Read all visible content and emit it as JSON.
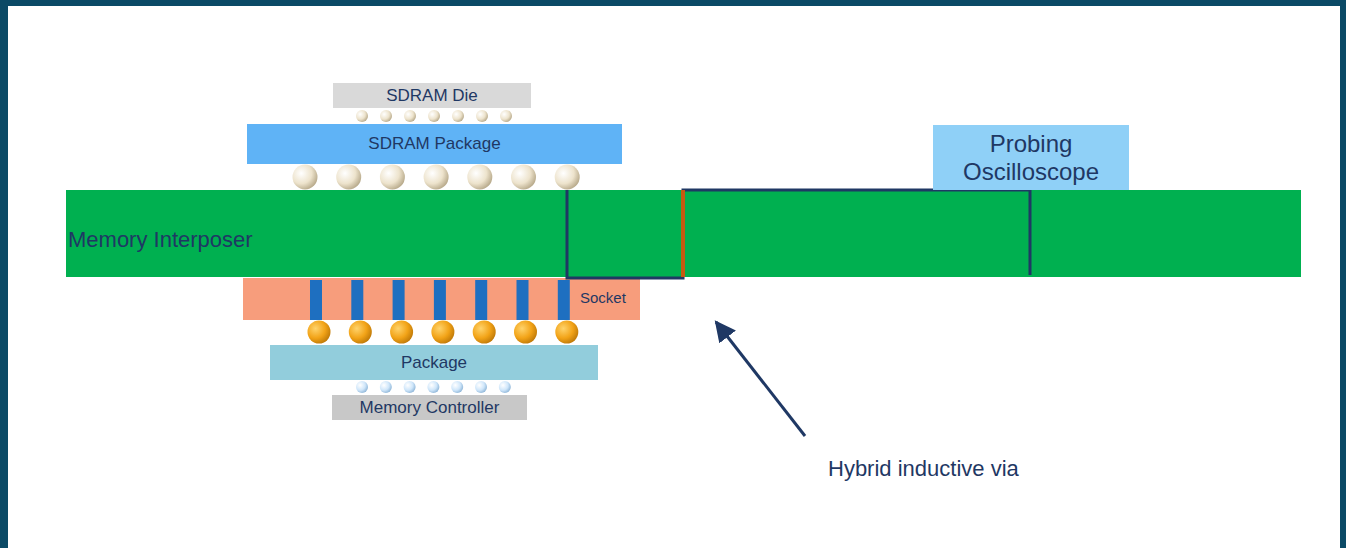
{
  "diagram": {
    "nodes": [
      {
        "text": [
          "SDRAM Die"
        ]
      },
      {
        "text": [
          "SDRAM Package"
        ]
      },
      {
        "text": [
          "Memory Interposer"
        ]
      },
      {
        "text": [
          "Probing Oscilloscope"
        ]
      },
      {
        "text": [
          "Socket"
        ]
      },
      {
        "text": [
          "Package"
        ]
      },
      {
        "text": [
          "Memory Controller"
        ]
      }
    ],
    "labels": [
      "Hybrid inductive via"
    ]
  }
}
